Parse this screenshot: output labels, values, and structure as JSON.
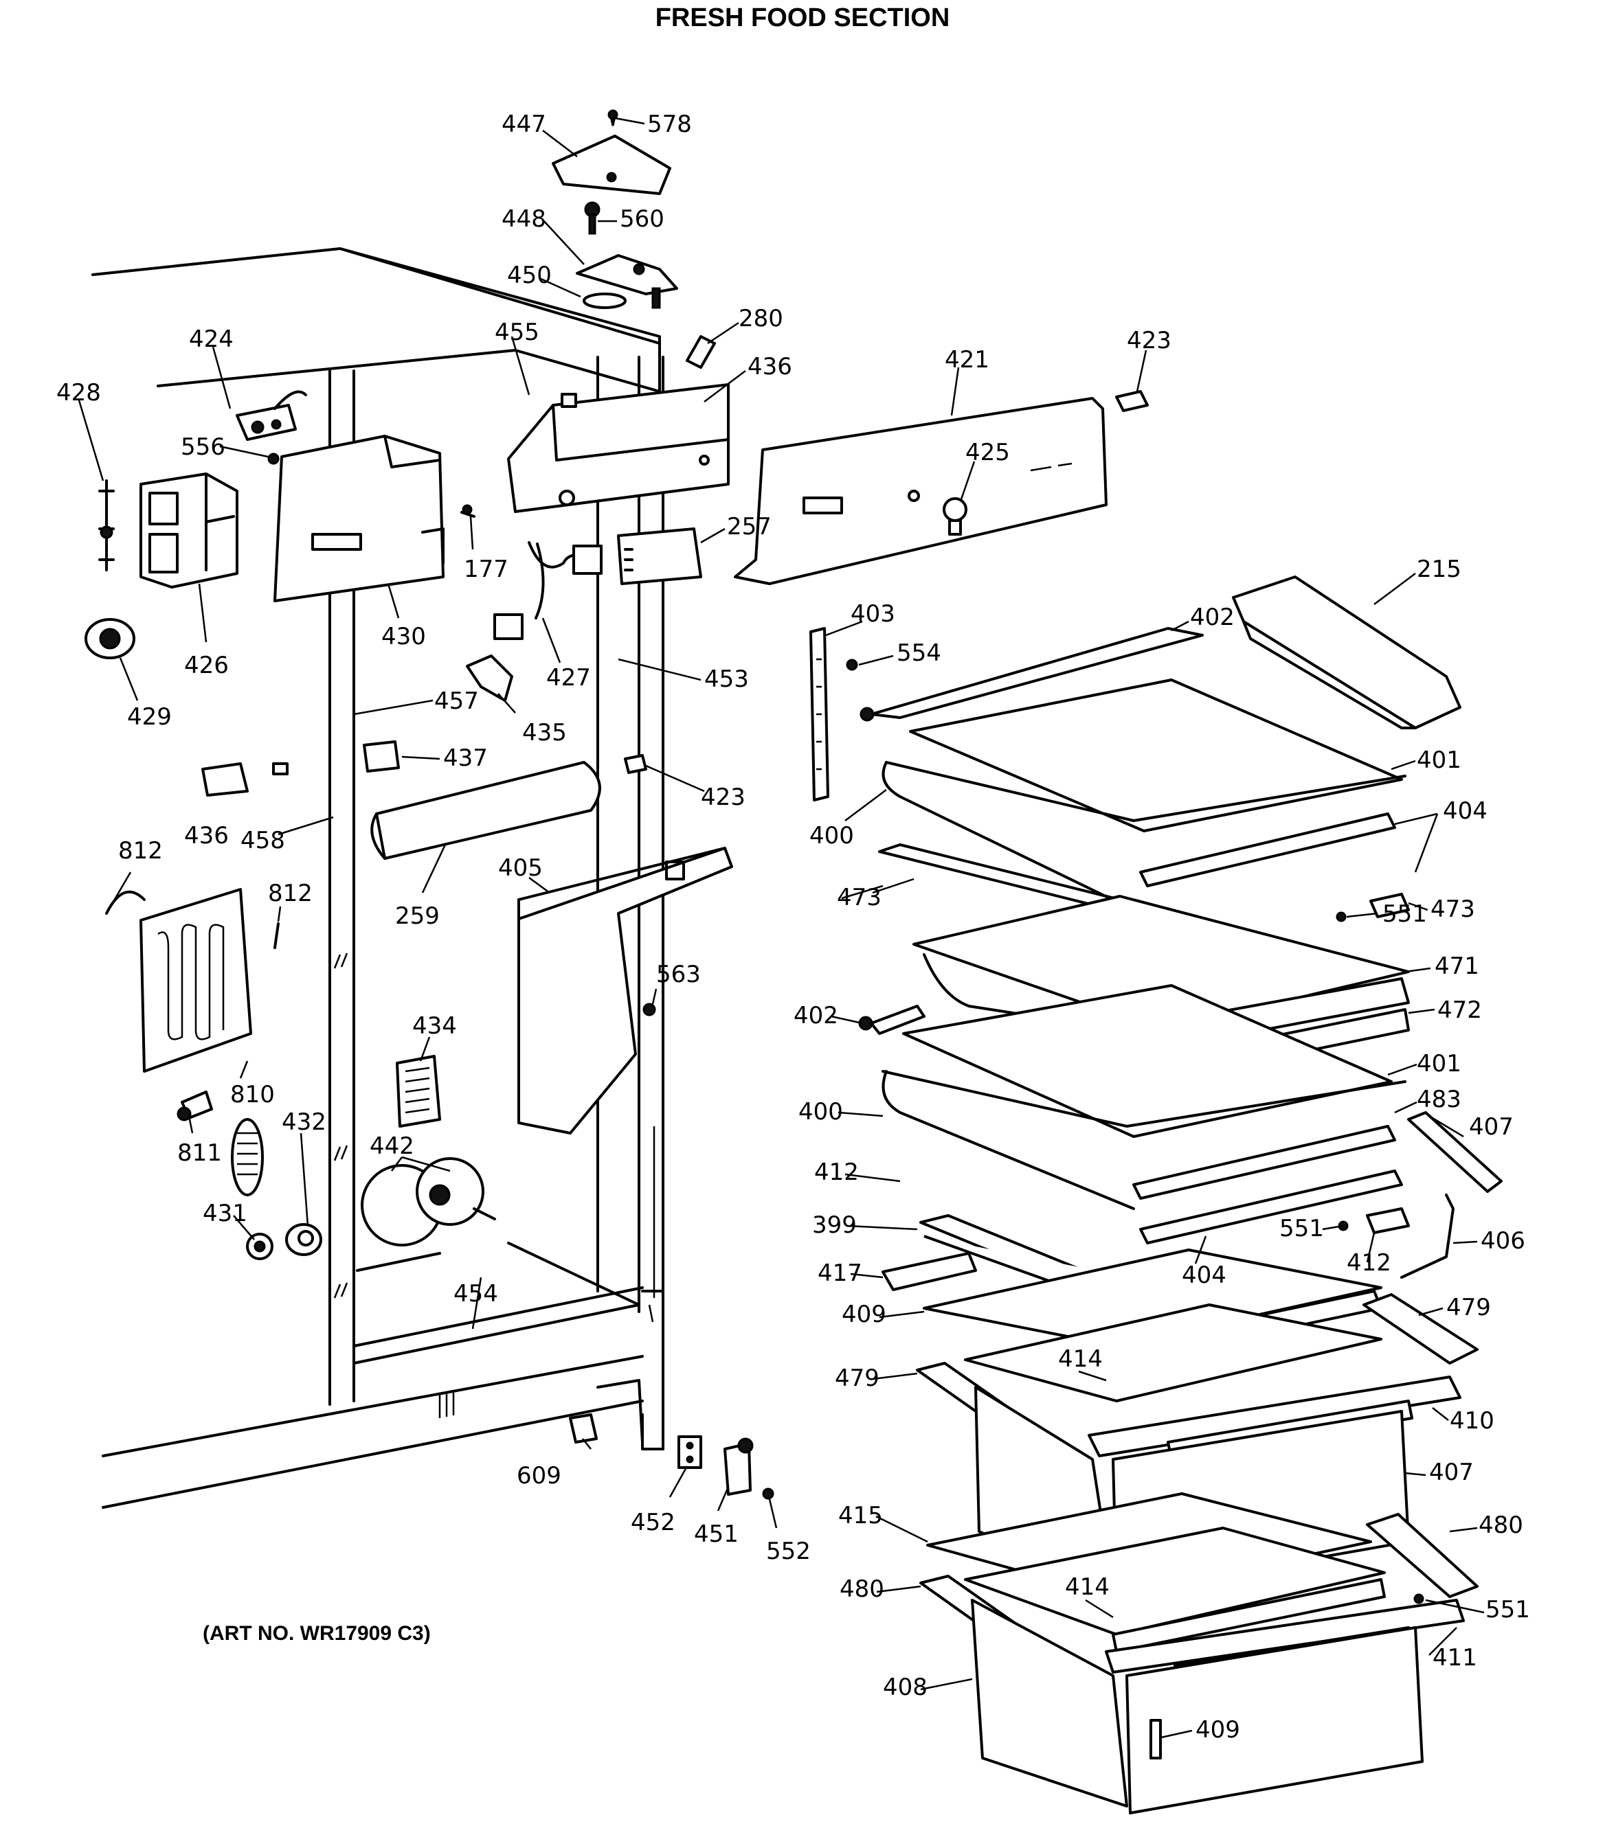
{
  "title": "FRESH FOOD SECTION",
  "art_no": "(ART NO. WR17909 C3)",
  "labels": {
    "p578": "578",
    "p447": "447",
    "p560": "560",
    "p448": "448",
    "p450": "450",
    "p280": "280",
    "p455": "455",
    "p436a": "436",
    "p424": "424",
    "p428": "428",
    "p556": "556",
    "p421": "421",
    "p423a": "423",
    "p425": "425",
    "p177": "177",
    "p257": "257",
    "p430": "430",
    "p426": "426",
    "p429": "429",
    "p427": "427",
    "p215": "215",
    "p403": "403",
    "p402a": "402",
    "p554": "554",
    "p453": "453",
    "p457": "457",
    "p435": "435",
    "p437": "437",
    "p423b": "423",
    "p401a": "401",
    "p436b": "436",
    "p458": "458",
    "p404a": "404",
    "p400a": "400",
    "p812a": "812",
    "p812b": "812",
    "p259": "259",
    "p405": "405",
    "p473a": "473",
    "p473b": "473",
    "p551a": "551",
    "p471": "471",
    "p563": "563",
    "p402b": "402",
    "p472": "472",
    "p434": "434",
    "p810": "810",
    "p401b": "401",
    "p483": "483",
    "p432": "432",
    "p400b": "400",
    "p407a": "407",
    "p811": "811",
    "p442": "442",
    "p412a": "412",
    "p431": "431",
    "p399": "399",
    "p551b": "551",
    "p412b": "412",
    "p406": "406",
    "p404b": "404",
    "p417": "417",
    "p454": "454",
    "p409a": "409",
    "p479a": "479",
    "p414a": "414",
    "p479b": "479",
    "p410": "410",
    "p609": "609",
    "p407b": "407",
    "p452": "452",
    "p451": "451",
    "p552": "552",
    "p415": "415",
    "p480a": "480",
    "p480b": "480",
    "p414b": "414",
    "p551c": "551",
    "p411": "411",
    "p408": "408",
    "p409b": "409"
  }
}
